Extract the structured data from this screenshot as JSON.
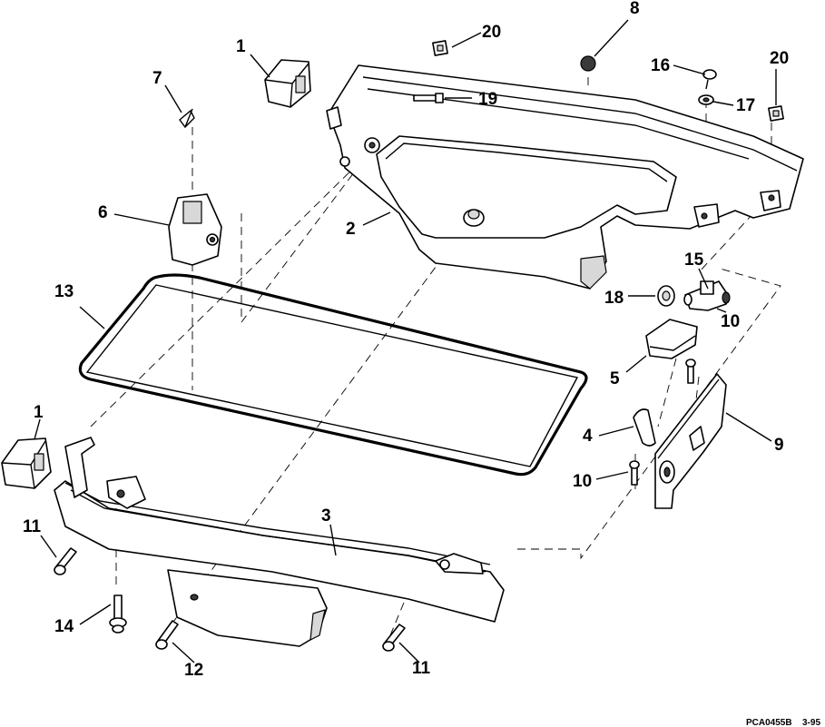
{
  "diagram": {
    "callouts": {
      "c1a": "1",
      "c1b": "1",
      "c2": "2",
      "c3": "3",
      "c4": "4",
      "c5": "5",
      "c6": "6",
      "c7": "7",
      "c8": "8",
      "c9": "9",
      "c10a": "10",
      "c10b": "10",
      "c11a": "11",
      "c11b": "11",
      "c12": "12",
      "c13": "13",
      "c14": "14",
      "c15": "15",
      "c16": "16",
      "c17": "17",
      "c18": "18",
      "c19": "19",
      "c20a": "20",
      "c20b": "20"
    },
    "footer_code": "PCA0455B",
    "footer_date": "3-95"
  }
}
